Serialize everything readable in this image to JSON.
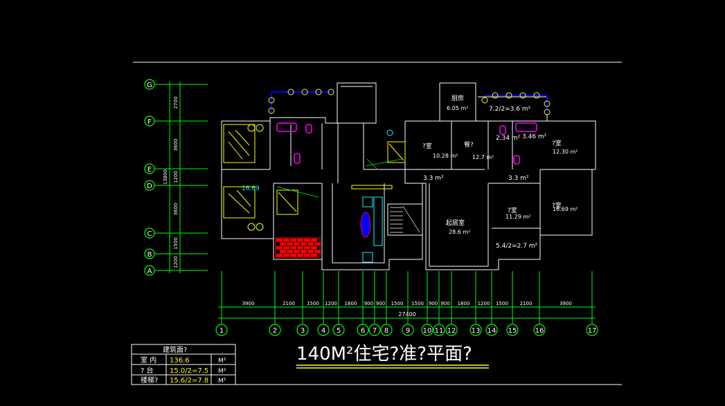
{
  "title": "140M²住宅?准?平面?",
  "grid": {
    "rows": [
      "G",
      "F",
      "E",
      "D",
      "C",
      "B",
      "A"
    ],
    "cols": [
      "1",
      "2",
      "3",
      "4",
      "5",
      "6",
      "7",
      "8",
      "9",
      "10",
      "11",
      "12",
      "13",
      "14",
      "15",
      "16",
      "17"
    ],
    "row_dims": [
      "2700",
      "3600",
      "1200",
      "3600",
      "1500",
      "1200"
    ],
    "row_total": "13800",
    "col_dims": [
      "3900",
      "2100",
      "1500",
      "1200",
      "1800",
      "900",
      "900",
      "1500",
      "1500",
      "900",
      "900",
      "1800",
      "1200",
      "1500",
      "2100",
      "3900"
    ],
    "col_total": "27400"
  },
  "rooms": [
    {
      "name": "?室",
      "area": "10.28 m²"
    },
    {
      "name": "餐?",
      "area": "12.7 m²"
    },
    {
      "name": "厨房",
      "area": "6.05 m²"
    },
    {
      "name": "7.2/2=3.6 m²",
      "area": ""
    },
    {
      "name": "2.34 m²",
      "area": ""
    },
    {
      "name": "3.46 m²",
      "area": ""
    },
    {
      "name": "?室",
      "area": "12.30 m²"
    },
    {
      "name": "3.3 m²",
      "area": ""
    },
    {
      "name": "3.3 m²",
      "area": ""
    },
    {
      "name": "起居室",
      "area": "28.6 m²"
    },
    {
      "name": "?室",
      "area": "11.29 m²"
    },
    {
      "name": "?室",
      "area": "16.69 m²"
    },
    {
      "name": "5.4/2=2.7 m²",
      "area": ""
    },
    {
      "name": "16.69",
      "area": ""
    }
  ],
  "area_table": {
    "header": "建筑面?",
    "rows": [
      {
        "label": "室 内",
        "value": "136.6",
        "unit": "M²"
      },
      {
        "label": "? 台",
        "value": "15.0/2=7.5",
        "unit": "M²"
      },
      {
        "label": "楼梯?",
        "value": "15.6/2=7.8",
        "unit": "M²"
      }
    ]
  },
  "colors": {
    "background": "#000000",
    "grid_line": "#00ff00",
    "wall": "#ffffff",
    "furniture_yellow": "#ffff00",
    "furniture_magenta": "#ff00ff",
    "furniture_cyan": "#00ffff",
    "brick": "#ff0000",
    "accent_blue": "#0000ff",
    "label_cyan": "#00ffff"
  }
}
